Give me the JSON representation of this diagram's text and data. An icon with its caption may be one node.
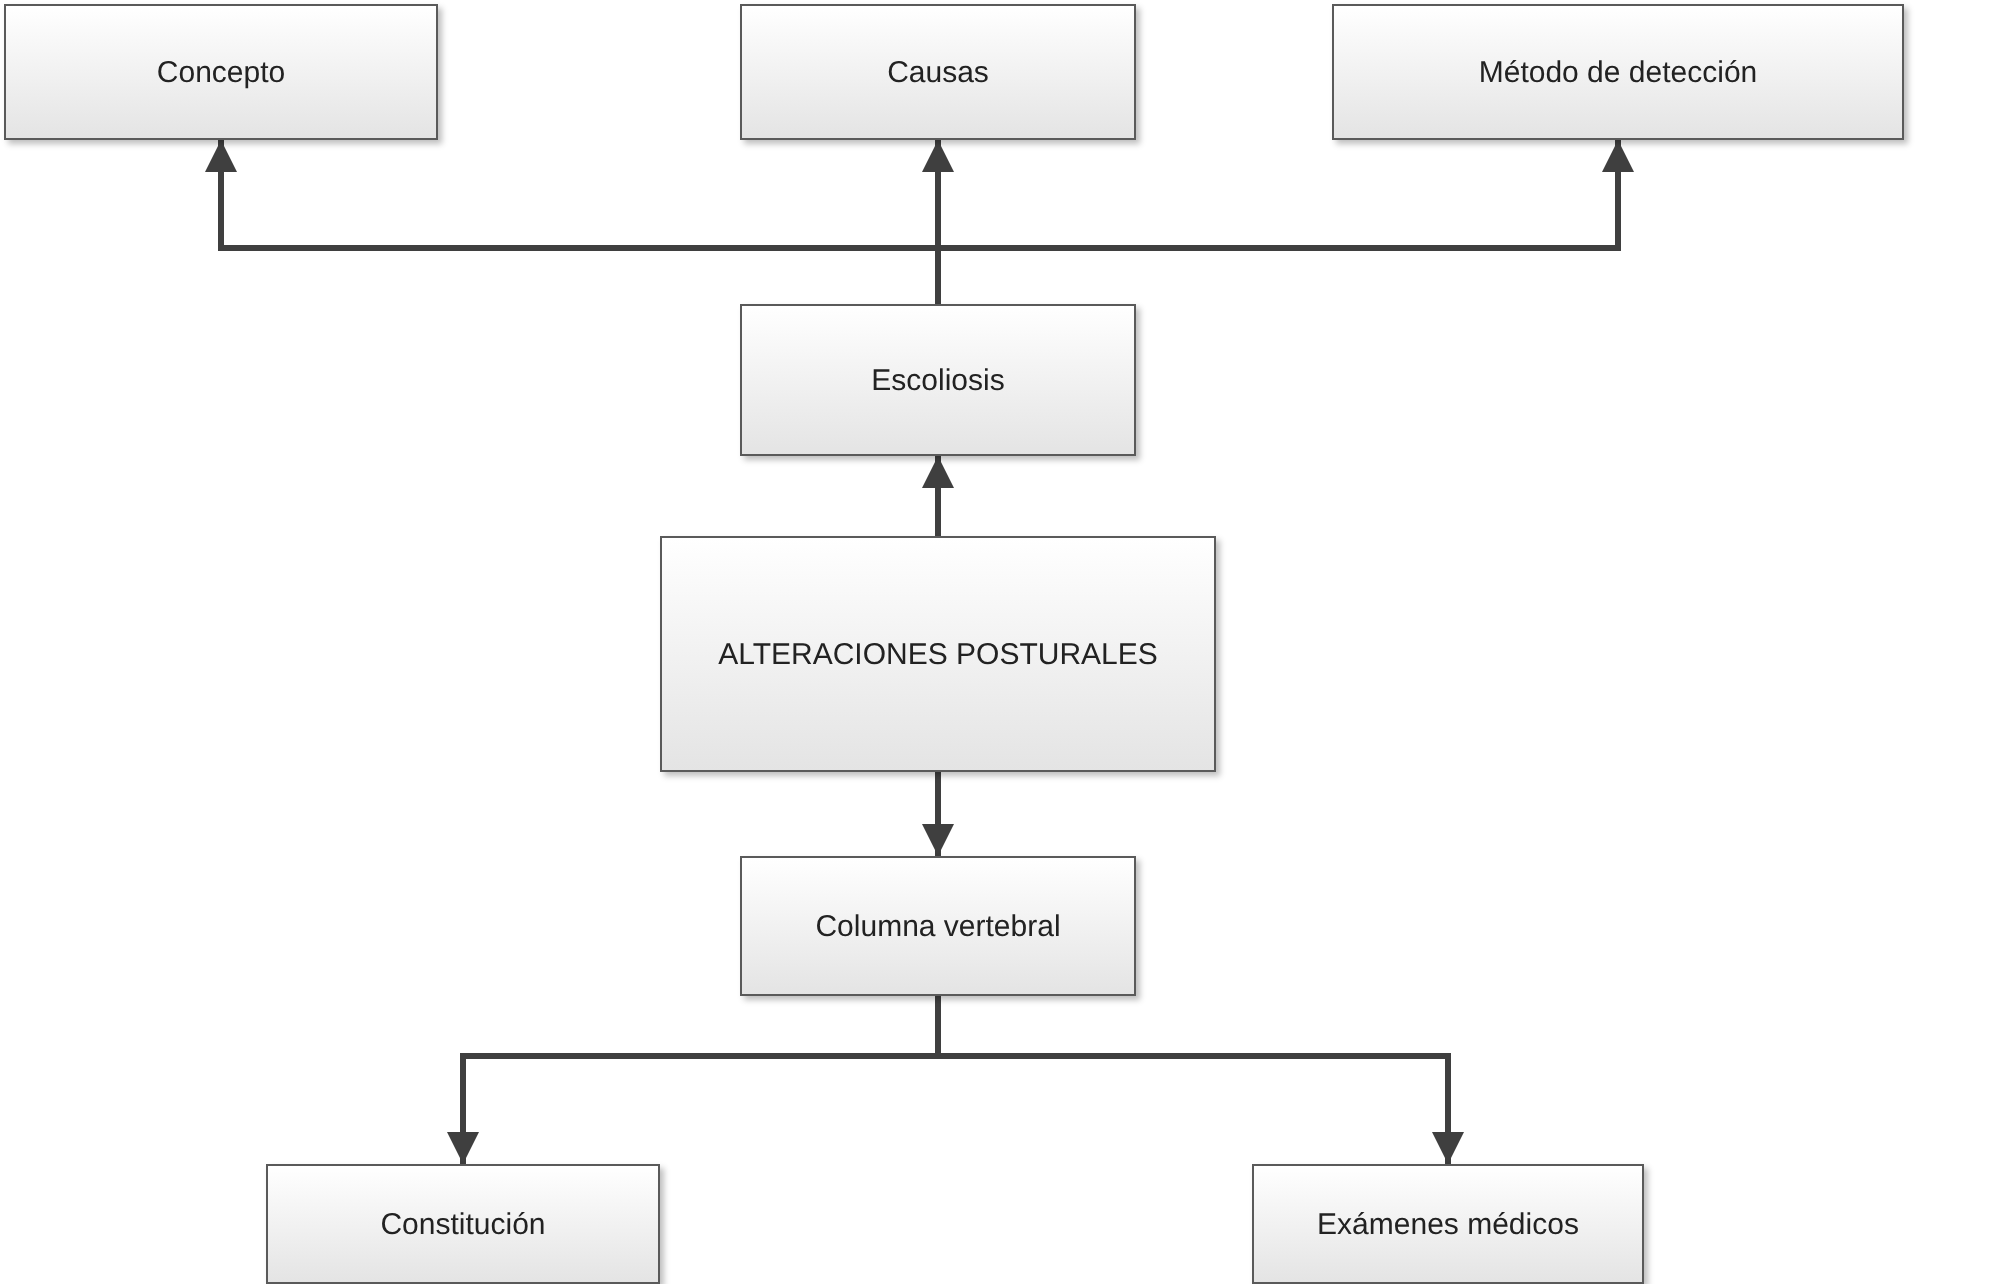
{
  "diagram": {
    "nodes": [
      {
        "text": [
          "Concepto"
        ]
      },
      {
        "text": [
          "Causas"
        ]
      },
      {
        "text": [
          "Método de detección"
        ]
      },
      {
        "text": [
          "Escoliosis"
        ]
      },
      {
        "text": [
          "ALTERACIONES POSTURALES"
        ]
      },
      {
        "text": [
          "Columna vertebral"
        ]
      },
      {
        "text": [
          "Constitución"
        ]
      },
      {
        "text": [
          "Exámenes médicos"
        ]
      }
    ],
    "edges": [
      {
        "from": 3,
        "to": 0,
        "arrow": "to"
      },
      {
        "from": 3,
        "to": 1,
        "arrow": "to"
      },
      {
        "from": 3,
        "to": 2,
        "arrow": "to"
      },
      {
        "from": 4,
        "to": 3,
        "arrow": "to"
      },
      {
        "from": 4,
        "to": 5,
        "arrow": "to"
      },
      {
        "from": 5,
        "to": 6,
        "arrow": "to"
      },
      {
        "from": 5,
        "to": 7,
        "arrow": "to"
      }
    ]
  }
}
